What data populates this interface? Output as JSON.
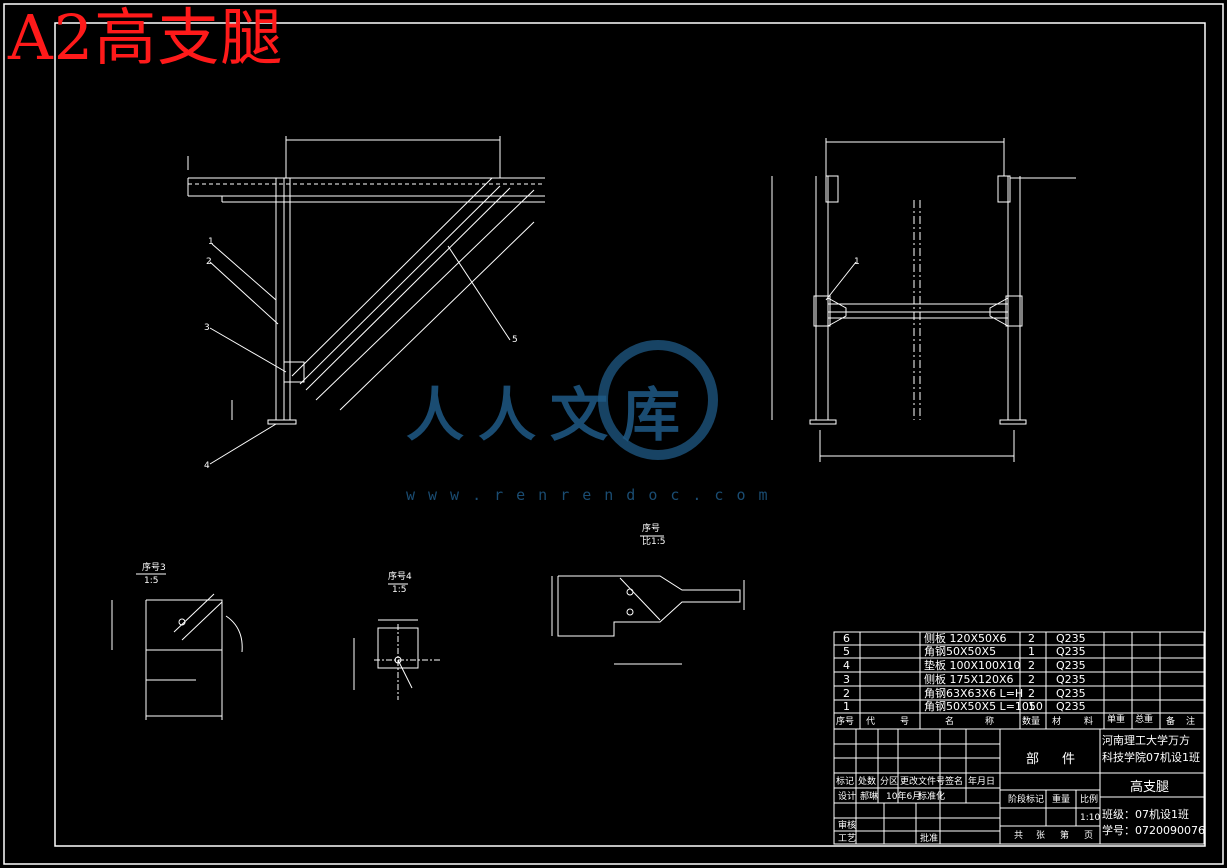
{
  "header": {
    "title": "A2高支腿"
  },
  "watermark": {
    "brand": "人人文库",
    "url": "www.renrendoc.com"
  },
  "views": {
    "side_labels": [
      "1",
      "2",
      "3",
      "4",
      "5"
    ],
    "front_labels": [
      "1"
    ],
    "detail_3": {
      "title": "序号3",
      "scale": "1:5"
    },
    "detail_4": {
      "title": "序号4",
      "scale": "1:5"
    },
    "detail_6": {
      "title": "序号",
      "scale": "比1:5"
    }
  },
  "parts_list": {
    "rows": [
      {
        "no": "6",
        "name": "侧板   120X50X6",
        "qty": "2",
        "material": "Q235"
      },
      {
        "no": "5",
        "name": "角钢50X50X5",
        "qty": "1",
        "material": "Q235"
      },
      {
        "no": "4",
        "name": "垫板   100X100X10",
        "qty": "2",
        "material": "Q235"
      },
      {
        "no": "3",
        "name": "侧板   175X120X6",
        "qty": "2",
        "material": "Q235"
      },
      {
        "no": "2",
        "name": "角钢63X63X6  L=H",
        "qty": "2",
        "material": "Q235"
      },
      {
        "no": "1",
        "name": "角钢50X50X5 L=1050",
        "qty": "1",
        "material": "Q235"
      }
    ],
    "headers": [
      "序号",
      "代",
      "号",
      "名",
      "称",
      "数量",
      "材",
      "料",
      "单重",
      "总重",
      "备",
      "注"
    ]
  },
  "title_block": {
    "category": [
      "部",
      "件"
    ],
    "school_line1": "河南理工大学万方",
    "school_line2": "科技学院07机设1班",
    "drawing_name": "高支腿",
    "class_label": "班级：07机设1班",
    "student_label": "学号：0720090076",
    "rev_labels": [
      "标记",
      "处数",
      "分区",
      "更改文件号",
      "签名",
      "年月日"
    ],
    "design_label": "设计",
    "designer": "郝琳",
    "date": "10年6月",
    "std_label": "标准化",
    "stage_label": "阶段标记",
    "weight_label": "重量",
    "scale_label": "比例",
    "scale_value": "1:10",
    "review_label": "审核",
    "process_label": "工艺",
    "approve_label": "批准",
    "sheet_label": [
      "共",
      "张",
      "第",
      "页"
    ]
  }
}
